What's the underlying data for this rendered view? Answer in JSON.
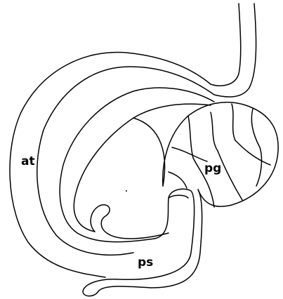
{
  "figure": {
    "labels": {
      "at": "at",
      "pg": "pg",
      "ps": "ps"
    },
    "stroke_color": "#000000",
    "background": "#ffffff"
  }
}
